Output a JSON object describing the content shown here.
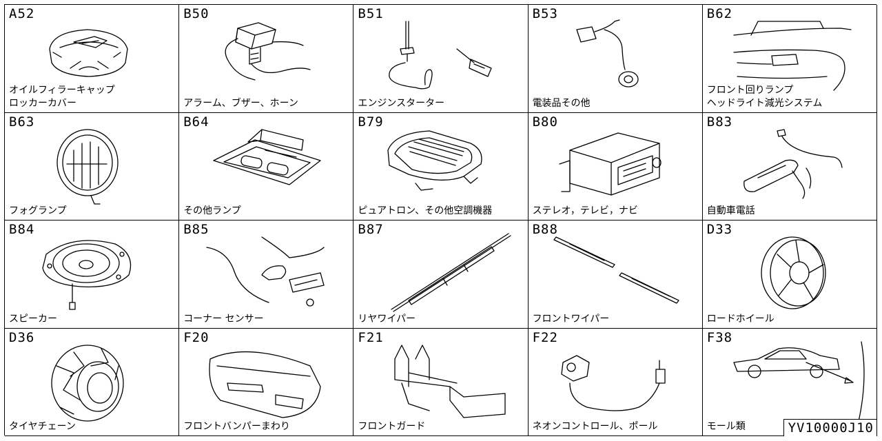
{
  "reference_code": "YV10000J10",
  "cells": [
    {
      "code": "A52",
      "name": "オイルフィラーキャップ\nロッカーカバー",
      "icon": "oil-filler-cap-icon"
    },
    {
      "code": "B50",
      "name": "アラーム、ブザー、ホーン",
      "icon": "buzzer-icon"
    },
    {
      "code": "B51",
      "name": "エンジンスターター",
      "icon": "engine-starter-icon"
    },
    {
      "code": "B53",
      "name": "電装品その他",
      "icon": "electrical-parts-icon"
    },
    {
      "code": "B62",
      "name": "フロント回りランプ\nヘッドライト減光システム",
      "icon": "front-lamp-icon"
    },
    {
      "code": "B63",
      "name": "フォグランプ",
      "icon": "fog-lamp-icon"
    },
    {
      "code": "B64",
      "name": "その他ランプ",
      "icon": "room-lamp-icon"
    },
    {
      "code": "B79",
      "name": "ピュアトロン、その他空調機器",
      "icon": "air-purifier-icon"
    },
    {
      "code": "B80",
      "name": "ステレオ，テレビ，ナビ",
      "icon": "car-stereo-icon"
    },
    {
      "code": "B83",
      "name": "自動車電話",
      "icon": "car-phone-icon"
    },
    {
      "code": "B84",
      "name": "スピーカー",
      "icon": "speaker-icon"
    },
    {
      "code": "B85",
      "name": "コーナー センサー",
      "icon": "corner-sensor-icon"
    },
    {
      "code": "B87",
      "name": "リヤワイパー",
      "icon": "rear-wiper-icon"
    },
    {
      "code": "B88",
      "name": "フロントワイパー",
      "icon": "front-wiper-icon"
    },
    {
      "code": "D33",
      "name": "ロードホイール",
      "icon": "road-wheel-icon"
    },
    {
      "code": "D36",
      "name": "タイヤチェーン",
      "icon": "tire-chain-icon"
    },
    {
      "code": "F20",
      "name": "フロントバンパーまわり",
      "icon": "front-bumper-icon"
    },
    {
      "code": "F21",
      "name": "フロントガード",
      "icon": "front-guard-icon"
    },
    {
      "code": "F22",
      "name": "ネオンコントロール、ポール",
      "icon": "neon-control-icon"
    },
    {
      "code": "F38",
      "name": "モール類",
      "icon": "body-molding-icon"
    }
  ]
}
